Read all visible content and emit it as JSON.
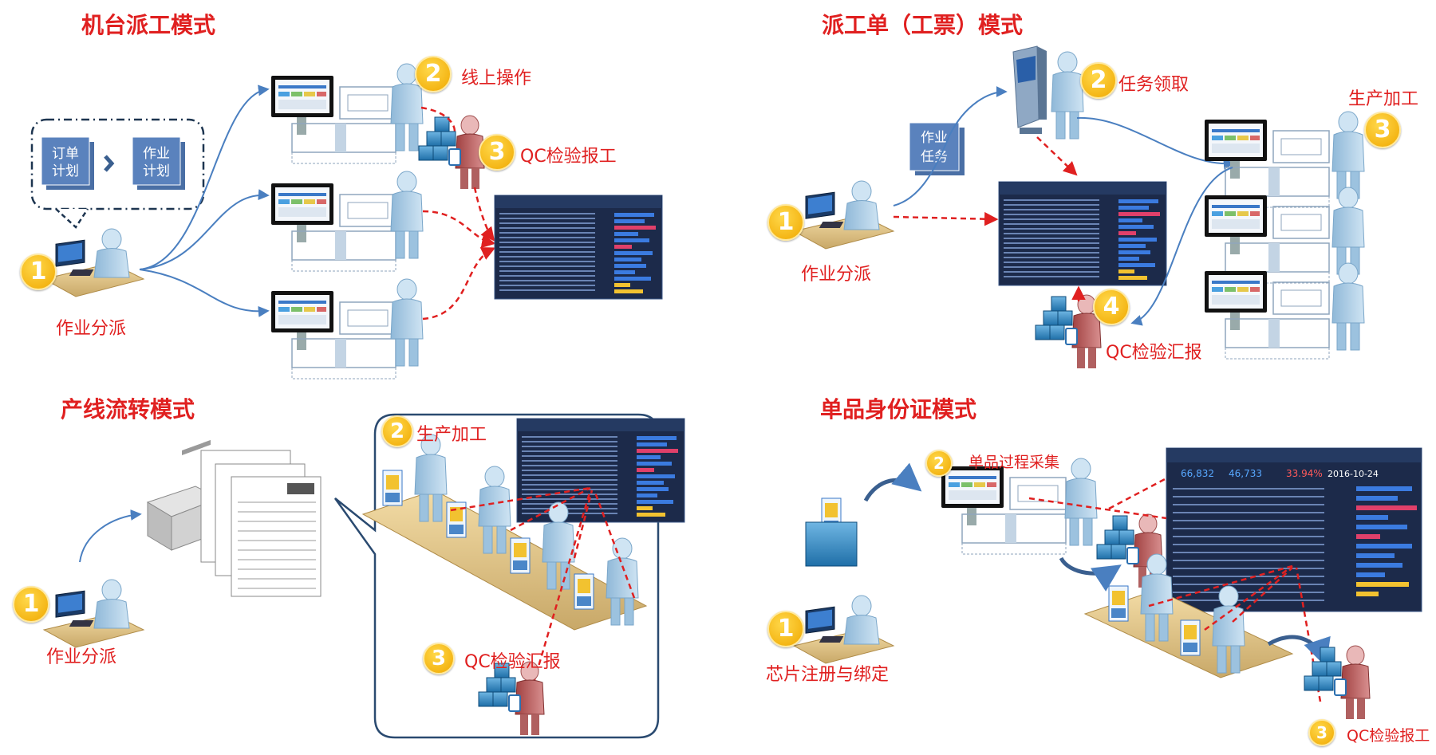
{
  "panels": {
    "machine": {
      "title": "机台派工模式",
      "step1": "作业分派",
      "step2": "线上操作",
      "step3": "QC检验报工",
      "doc_order": [
        "订单",
        "计划"
      ],
      "doc_work": [
        "作业",
        "计划"
      ]
    },
    "ticket": {
      "title": "派工单（工票）模式",
      "step1": "作业分派",
      "step2": "任务领取",
      "step3": "生产加工",
      "step4": "QC检验汇报",
      "task_doc": [
        "作业",
        "任务"
      ]
    },
    "line": {
      "title": "产线流转模式",
      "step1": "作业分派",
      "step2": "生产加工",
      "step3": "QC检验汇报"
    },
    "unit": {
      "title": "单品身份证模式",
      "step1": "芯片注册与绑定",
      "step2": "单品过程采集",
      "step3": "QC检验报工"
    }
  },
  "badges": [
    "1",
    "2",
    "3",
    "4"
  ],
  "dashboard": {
    "kpi1": "66,832",
    "kpi2": "46,733",
    "kpi3": "33.94%",
    "date": "2016-10-24"
  },
  "colors": {
    "title_red": "#e02020",
    "arrow_blue": "#4a7fc0",
    "dash_red": "#e02020",
    "badge_yellow": "#f5b800",
    "dashboard_bg": "#1c2a4a"
  },
  "icons": [
    "computer-worker-icon",
    "machine-terminal-icon",
    "operator-icon",
    "qc-inspector-icon",
    "dashboard-screen-icon",
    "kiosk-icon",
    "printer-icon",
    "paper-form-icon"
  ]
}
